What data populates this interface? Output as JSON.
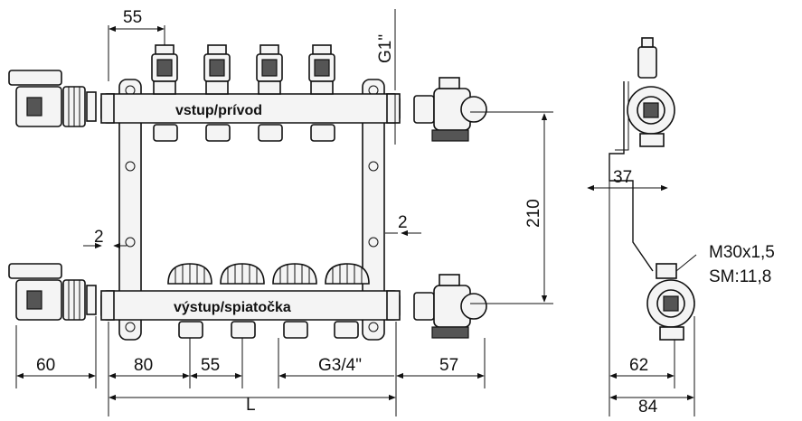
{
  "labels": {
    "supply_bar": "vstup/prívod",
    "return_bar": "výstup/spiatočka"
  },
  "dimensions": {
    "top_pitch": "55",
    "top_thread": "G1\"",
    "gap_left": "2",
    "gap_right": "2",
    "height": "210",
    "side_offset": "37",
    "thread_spec": "M30x1,5",
    "wrench_size": "SM:11,8",
    "valve_length": "60",
    "first_outlet": "80",
    "outlet_pitch": "55",
    "outlet_thread": "G3/4\"",
    "end_valve": "57",
    "overall_length": "L",
    "side_depth": "62",
    "side_total": "84"
  },
  "colors": {
    "line": "#111111",
    "fill_light": "#f4f4f4",
    "fill_dark": "#555555"
  }
}
